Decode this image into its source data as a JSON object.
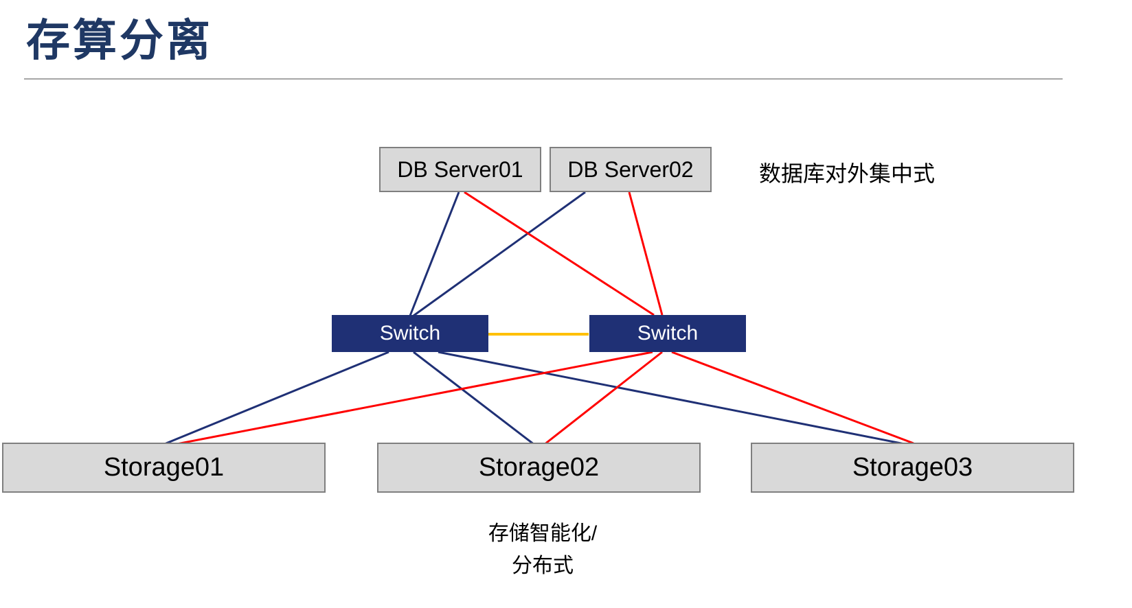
{
  "title": "存算分离",
  "colors": {
    "title": "#1F3864",
    "navy_line": "#1F3075",
    "red_line": "#FF0000",
    "orange_line": "#FFC000",
    "switch_fill": "#1F3075",
    "node_fill": "#D9D9D9",
    "node_border": "#7F7F7F"
  },
  "nodes": {
    "db_server01": "DB Server01",
    "db_server02": "DB Server02",
    "switch1": "Switch",
    "switch2": "Switch",
    "storage01": "Storage01",
    "storage02": "Storage02",
    "storage03": "Storage03"
  },
  "annotations": {
    "centralized": "数据库对外集中式",
    "storage_note_line1": "存储智能化/",
    "storage_note_line2": "分布式"
  }
}
